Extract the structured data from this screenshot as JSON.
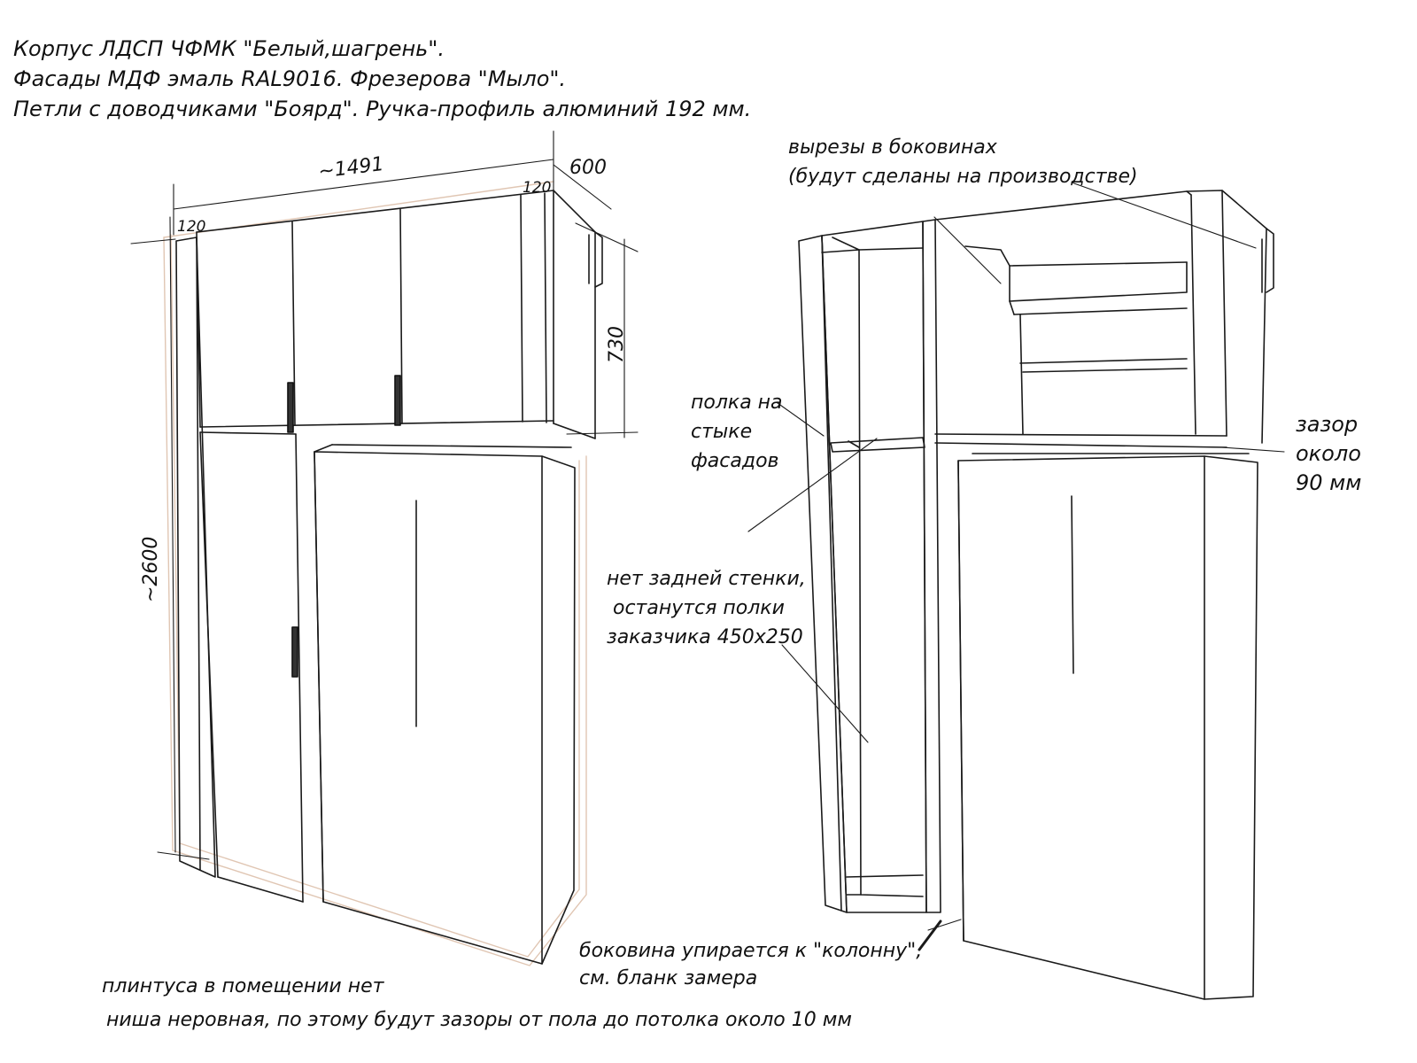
{
  "header_notes": [
    "Корпус ЛДСП ЧФМК \"Белый,шагрень\".",
    "Фасады МДФ эмаль RAL9016. Фрезерова \"Мыло\".",
    "Петли с доводчиками \"Боярд\". Ручка-профиль алюминий 192 мм."
  ],
  "dimensions": {
    "width": "~1491",
    "depth": "600",
    "side_left": "120",
    "side_right": "120",
    "upper_height": "730",
    "total_height": "~2600"
  },
  "annotations": {
    "cutouts": [
      "вырезы в боковинах",
      "(будут сделаны на производстве)"
    ],
    "shelf_joint": [
      "полка на",
      "стыке",
      "фасадов"
    ],
    "gap": [
      "зазор",
      "около",
      "90 мм"
    ],
    "no_back": [
      "нет задней стенки,",
      "останутся полки",
      "заказчика 450х250"
    ],
    "side_column": [
      "боковина упирается к \"колонну\",",
      "см. бланк замера"
    ]
  },
  "footer_notes": [
    "плинтуса в помещении нет",
    "ниша неровная, по этому будут зазоры от пола до потолка около 10 мм"
  ],
  "colors": {
    "line": "#1a1a1a",
    "wall": "#e0c6b3",
    "handle": "#333333"
  }
}
